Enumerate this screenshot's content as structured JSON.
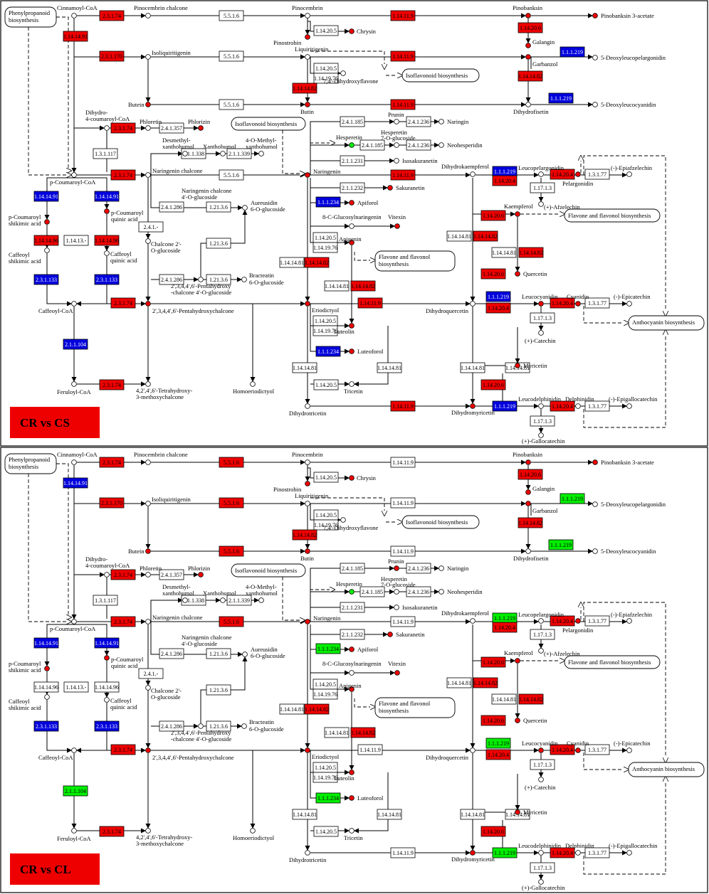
{
  "colors": {
    "up": "#ee0000",
    "down": "#0000dd",
    "mixed": "#00ee00",
    "none": "#ffffff"
  },
  "compounds": [
    {
      "id": "cinnamoyl",
      "label": "Cinnamoyl-CoA"
    },
    {
      "id": "pinocembrin_chalcone",
      "label": "Pinocembrin chalcone"
    },
    {
      "id": "pinocembrin",
      "label": "Pinocembrin"
    },
    {
      "id": "pinobanksin",
      "label": "Pinobanksin"
    },
    {
      "id": "pinobanksin3",
      "label": "Pinobanksin 3-acetate"
    },
    {
      "id": "chrysin",
      "label": "Chrysin"
    },
    {
      "id": "pinostrobin",
      "label": "Pinostrobin"
    },
    {
      "id": "galangin",
      "label": "Galangin"
    },
    {
      "id": "isoliquiritigenin",
      "label": "Isoliquiritigenin"
    },
    {
      "id": "liquiritigenin",
      "label": "Liquiritigenin"
    },
    {
      "id": "deoxyleucopel",
      "label": "5-Deoxyleucopelargonidin"
    },
    {
      "id": "dihydroxyflavone",
      "label": "7,4'-Dihydroxyflavone"
    },
    {
      "id": "garbanzol",
      "label": "Garbanzol"
    },
    {
      "id": "butein",
      "label": "Butein"
    },
    {
      "id": "butin",
      "label": "Butin"
    },
    {
      "id": "dihydrofisetin",
      "label": "Dihydrofisetin"
    },
    {
      "id": "deoxyleucocy",
      "label": "5-Deoxyleucocyanidin"
    },
    {
      "id": "dihydrocoum",
      "label": "Dihydro-"
    },
    {
      "id": "dihydrocoum2",
      "label": "4-coumaroyl-CoA"
    },
    {
      "id": "phloretin",
      "label": "Phloretin"
    },
    {
      "id": "phlorizin",
      "label": "Phlorizin"
    },
    {
      "id": "prunin",
      "label": "Prunin"
    },
    {
      "id": "naringin",
      "label": "Naringin"
    },
    {
      "id": "desmethyl",
      "label": "Desmethyl-"
    },
    {
      "id": "desmethyl2",
      "label": "xanthohumol"
    },
    {
      "id": "xanthohumol",
      "label": "Xanthohumol"
    },
    {
      "id": "omethyl",
      "label": "4-O-Methyl-"
    },
    {
      "id": "omethyl2",
      "label": "xanthohumol"
    },
    {
      "id": "hesperetin",
      "label": "Hesperetin"
    },
    {
      "id": "hesp7g",
      "label": "Hesperetin"
    },
    {
      "id": "hesp7g2",
      "label": "7-O-glucoside"
    },
    {
      "id": "neohesperidin",
      "label": "Neohesperidin"
    },
    {
      "id": "isosakuranetin",
      "label": "Isosakuranetin"
    },
    {
      "id": "pcoumaroyl",
      "label": "p-Coumaroyl-CoA"
    },
    {
      "id": "naringenin_chalcone",
      "label": "Naringenin chalcone"
    },
    {
      "id": "naringenin",
      "label": "Naringenin"
    },
    {
      "id": "sakuranetin",
      "label": "Sakuranetin"
    },
    {
      "id": "dihydrokaempferol",
      "label": "Dihydrokaempferol"
    },
    {
      "id": "leucopel",
      "label": "Leucopelargonidin"
    },
    {
      "id": "pelargonidin",
      "label": "Pelargonidin"
    },
    {
      "id": "epiafzelechin",
      "label": "(-)-Epiafzelechin"
    },
    {
      "id": "afzelechin",
      "label": "(+)-Afzelechin"
    },
    {
      "id": "kaempferol",
      "label": "Kaempferol"
    },
    {
      "id": "ngc4og",
      "label": "Naringenin chalcone"
    },
    {
      "id": "ngc4og2",
      "label": "4'-O-glucoside"
    },
    {
      "id": "aureusidin",
      "label": "Aureusidin"
    },
    {
      "id": "aureusidin2",
      "label": "6-O-glucoside"
    },
    {
      "id": "apiforol",
      "label": "Apiforol"
    },
    {
      "id": "pcs",
      "label": "p-Coumaroyl"
    },
    {
      "id": "pcs2",
      "label": "shikimic acid"
    },
    {
      "id": "pcq",
      "label": "p-Coumaroyl"
    },
    {
      "id": "pcq2",
      "label": "quinic acid"
    },
    {
      "id": "cglucosyl",
      "label": "8-C-Glucosylnaringenin"
    },
    {
      "id": "vitexin",
      "label": "Vitexin"
    },
    {
      "id": "apigenin",
      "label": "Apigenin"
    },
    {
      "id": "chalcone2",
      "label": "Chalcone 2'-"
    },
    {
      "id": "chalcone22",
      "label": "O-glucoside"
    },
    {
      "id": "cs",
      "label": "Caffeoyl"
    },
    {
      "id": "cs2",
      "label": "shikimic acid"
    },
    {
      "id": "cq",
      "label": "Caffeoyl"
    },
    {
      "id": "cq2",
      "label": "quinic acid"
    },
    {
      "id": "quercetin",
      "label": "Quercetin"
    },
    {
      "id": "pentahydroxy",
      "label": "2',3,4,4',6'-Pentahydroxy"
    },
    {
      "id": "pentahydroxy2",
      "label": "-chalcone 4'-O-glucoside"
    },
    {
      "id": "bracteatin",
      "label": "Bracteatin"
    },
    {
      "id": "bracteatin2",
      "label": "6-O-glucoside"
    },
    {
      "id": "caffeoylcoa",
      "label": "Caffeoyl-CoA"
    },
    {
      "id": "pentachal",
      "label": "2',3,4,4',6'-Pentahydroxychalcone"
    },
    {
      "id": "eriodictyol",
      "label": "Eriodictyol"
    },
    {
      "id": "dihydroquercetin",
      "label": "Dihydroquercetin"
    },
    {
      "id": "leucocyanidin",
      "label": "Leucocyanidin"
    },
    {
      "id": "cyanidin",
      "label": "Cyanidin"
    },
    {
      "id": "epicatechin",
      "label": "(-)-Epicatechin"
    },
    {
      "id": "luteolin",
      "label": "Luteolin"
    },
    {
      "id": "catechin",
      "label": "(+)-Catechin"
    },
    {
      "id": "luteoforol",
      "label": "Luteoforol"
    },
    {
      "id": "myricetin",
      "label": "Myricetin"
    },
    {
      "id": "feruloyl",
      "label": "Feruloyl-CoA"
    },
    {
      "id": "tetrahydroxy",
      "label": "4,2',4',6'-Tetrahydroxy-"
    },
    {
      "id": "tetrahydroxy2",
      "label": "3-methoxychalcone"
    },
    {
      "id": "homoeriodictyol",
      "label": "Homoeriodictyol"
    },
    {
      "id": "tricetin",
      "label": "Tricetin"
    },
    {
      "id": "dihydrotricetin",
      "label": "Dihydrotricetin"
    },
    {
      "id": "dihydromyricetin",
      "label": "Dihydromyricetin"
    },
    {
      "id": "leucodelph",
      "label": "Leucodelphinidin"
    },
    {
      "id": "delphinidin",
      "label": "Delphinidin"
    },
    {
      "id": "epigallocatechin",
      "label": "(-)-Epigallocatechin"
    },
    {
      "id": "gallocatechin",
      "label": "(+)-Gallocatechin"
    }
  ],
  "maps": [
    {
      "id": "phenylpropanoid",
      "line1": "Phenylpropanoid",
      "line2": "biosynthesis"
    },
    {
      "id": "isoflavonoid1",
      "line1": "Isoflavonoid biosynthesis",
      "line2": ""
    },
    {
      "id": "isoflavonoid2",
      "line1": "Isoflavonoid biosynthesis",
      "line2": ""
    },
    {
      "id": "flavone1",
      "line1": "Flavone and flavonol biosynthesis",
      "line2": ""
    },
    {
      "id": "flavone2",
      "line1": "Flavone and flavonol",
      "line2": "biosynthesis"
    },
    {
      "id": "anthocyanin",
      "line1": "Anthocyanin biosynthesis",
      "line2": ""
    }
  ],
  "enzymes": [
    {
      "id": "e_2317_top",
      "label": "2.3.1.74"
    },
    {
      "id": "e_5516_a",
      "label": "5.5.1.6"
    },
    {
      "id": "e_114119_a",
      "label": "1.14.11.9"
    },
    {
      "id": "e_1141491",
      "label": "1.14.14.91"
    },
    {
      "id": "e_114205_a",
      "label": "1.14.20.5"
    },
    {
      "id": "e_114206_a",
      "label": "1.14.20.6"
    },
    {
      "id": "e_231170",
      "label": "2.3.1.170"
    },
    {
      "id": "e_5516_b",
      "label": "5.5.1.6"
    },
    {
      "id": "e_114119_b",
      "label": "1.14.11.9"
    },
    {
      "id": "e_111219_a",
      "label": "1.1.1.219"
    },
    {
      "id": "e_114205_b",
      "label": "1.14.20.5"
    },
    {
      "id": "e_1141976_a",
      "label": "1.14.19.76"
    },
    {
      "id": "e_1141482_a",
      "label": "1.14.14.82"
    },
    {
      "id": "e_1141482_b",
      "label": "1.14.14.82"
    },
    {
      "id": "e_5516_c",
      "label": "5.5.1.6"
    },
    {
      "id": "e_114119_c",
      "label": "1.14.11.9"
    },
    {
      "id": "e_111219_b",
      "label": "1.1.1.219"
    },
    {
      "id": "e_2317_dh",
      "label": "2.3.1.74"
    },
    {
      "id": "e_241357",
      "label": "2.4.1.357"
    },
    {
      "id": "e_241185_a",
      "label": "2.4.1.185"
    },
    {
      "id": "e_241236_a",
      "label": "2.4.1.236"
    },
    {
      "id": "e_131117",
      "label": "1.3.1.117"
    },
    {
      "id": "e_211338",
      "label": "2.1.1.338"
    },
    {
      "id": "e_211339",
      "label": "2.1.1.339"
    },
    {
      "id": "e_241185_b",
      "label": "2.4.1.185"
    },
    {
      "id": "e_241236_b",
      "label": "2.4.1.236"
    },
    {
      "id": "e_211231",
      "label": "2.1.1.231"
    },
    {
      "id": "e_2317_nc",
      "label": "2.3.1.74"
    },
    {
      "id": "e_5516_d",
      "label": "5.5.1.6"
    },
    {
      "id": "e_114119_d",
      "label": "1.14.11.9"
    },
    {
      "id": "e_111219_c",
      "label": "1.1.1.219"
    },
    {
      "id": "e_114204_a",
      "label": "1.14.20.4"
    },
    {
      "id": "e_114204_b",
      "label": "1.14.20.4"
    },
    {
      "id": "e_13177_a",
      "label": "1.3.1.77"
    },
    {
      "id": "e_11713_a",
      "label": "1.17.1.3"
    },
    {
      "id": "e_211232",
      "label": "2.1.1.232"
    },
    {
      "id": "e_pc_left",
      "label": "1.14.14.91"
    },
    {
      "id": "e_pc_right",
      "label": "1.14.14.91"
    },
    {
      "id": "e_241286_a",
      "label": "2.4.1.286"
    },
    {
      "id": "e_12136_a",
      "label": "1.21.3.6"
    },
    {
      "id": "e_111234_a",
      "label": "1.1.1.234"
    },
    {
      "id": "e_114206_b",
      "label": "1.14.20.6"
    },
    {
      "id": "e_241_",
      "label": "2.4.1.-"
    },
    {
      "id": "e_1141496_l",
      "label": "1.14.14.96"
    },
    {
      "id": "e_11413_",
      "label": "1.14.13.-"
    },
    {
      "id": "e_1141496_r",
      "label": "1.14.14.96"
    },
    {
      "id": "e_114205_c",
      "label": "1.14.20.5"
    },
    {
      "id": "e_1141976_b",
      "label": "1.14.19.76"
    },
    {
      "id": "e_1141481_a",
      "label": "1.14.14.81"
    },
    {
      "id": "e_1141482_c",
      "label": "1.14.14.82"
    },
    {
      "id": "e_1141481_b",
      "label": "1.14.14.81"
    },
    {
      "id": "e_1141482_d",
      "label": "1.14.14.82"
    },
    {
      "id": "e_1141481_c",
      "label": "1.14.14.81"
    },
    {
      "id": "e_1141482_e",
      "label": "1.14.14.82"
    },
    {
      "id": "e_12136_b",
      "label": "1.21.3.6"
    },
    {
      "id": "e_cs_left",
      "label": "2.3.1.133"
    },
    {
      "id": "e_cs_right",
      "label": "2.3.1.133"
    },
    {
      "id": "e_241286_b",
      "label": "2.4.1.286"
    },
    {
      "id": "e_12136_c",
      "label": "1.21.3.6"
    },
    {
      "id": "e_114206_c",
      "label": "1.14.20.6"
    },
    {
      "id": "e_1141481_d",
      "label": "1.14.14.81"
    },
    {
      "id": "e_1141482_f",
      "label": "1.14.14.82"
    },
    {
      "id": "e_2317_cc",
      "label": "2.3.1.74"
    },
    {
      "id": "e_114119_e",
      "label": "1.14.11.9"
    },
    {
      "id": "e_111219_d",
      "label": "1.1.1.219"
    },
    {
      "id": "e_114204_c",
      "label": "1.14.20.4"
    },
    {
      "id": "e_114204_d",
      "label": "1.14.20.4"
    },
    {
      "id": "e_13177_b",
      "label": "1.3.1.77"
    },
    {
      "id": "e_114205_d",
      "label": "1.14.20.5"
    },
    {
      "id": "e_1141976_c",
      "label": "1.14.19.76"
    },
    {
      "id": "e_11713_b",
      "label": "1.17.1.3"
    },
    {
      "id": "e_211104",
      "label": "2.1.1.104"
    },
    {
      "id": "e_111234_b",
      "label": "1.1.1.234"
    },
    {
      "id": "e_1141481_e",
      "label": "1.14.14.81"
    },
    {
      "id": "e_1141481_f",
      "label": "1.14.14.81"
    },
    {
      "id": "e_1141481_g",
      "label": "1.14.14.81"
    },
    {
      "id": "e_1141481_h",
      "label": "1.14.14.81"
    },
    {
      "id": "e_114206_d",
      "label": "1.14.20.6"
    },
    {
      "id": "e_2317_fer",
      "label": "2.3.1.74"
    },
    {
      "id": "e_114205_e",
      "label": "1.14.20.5"
    },
    {
      "id": "e_114119_f",
      "label": "1.14.11.9"
    },
    {
      "id": "e_111219_e",
      "label": "1.1.1.219"
    },
    {
      "id": "e_114204_e",
      "label": "1.14.20.4"
    },
    {
      "id": "e_13177_c",
      "label": "1.3.1.77"
    },
    {
      "id": "e_11713_c",
      "label": "1.17.1.3"
    }
  ],
  "panels": [
    {
      "title": "CR vs CS",
      "status": {
        "e_2317_top": "up",
        "e_5516_a": "none",
        "e_114119_a": "up",
        "e_1141491": "up",
        "e_114205_a": "none",
        "e_114206_a": "up",
        "e_231170": "up",
        "e_5516_b": "none",
        "e_114119_b": "up",
        "e_111219_a": "down",
        "e_114205_b": "none",
        "e_1141976_a": "none",
        "e_1141482_a": "up",
        "e_1141482_b": "up",
        "e_5516_c": "none",
        "e_114119_c": "up",
        "e_111219_b": "down",
        "e_2317_dh": "up",
        "e_241357": "none",
        "e_241185_a": "none",
        "e_241236_a": "none",
        "e_131117": "none",
        "e_211338": "none",
        "e_211339": "none",
        "e_241185_b": "none",
        "e_241236_b": "none",
        "e_211231": "none",
        "e_2317_nc": "up",
        "e_5516_d": "none",
        "e_114119_d": "up",
        "e_111219_c": "down",
        "e_114204_a": "up",
        "e_114204_b": "up",
        "e_13177_a": "none",
        "e_11713_a": "none",
        "e_211232": "none",
        "e_pc_left": "down",
        "e_pc_right": "down",
        "e_241286_a": "none",
        "e_12136_a": "none",
        "e_111234_a": "down",
        "e_114206_b": "up",
        "e_241_": "none",
        "e_1141496_l": "up",
        "e_11413_": "none",
        "e_1141496_r": "up",
        "e_114205_c": "none",
        "e_1141976_b": "none",
        "e_1141481_a": "none",
        "e_1141482_c": "up",
        "e_1141481_b": "none",
        "e_1141482_d": "up",
        "e_1141481_c": "none",
        "e_1141482_e": "up",
        "e_12136_b": "none",
        "e_cs_left": "down",
        "e_cs_right": "down",
        "e_241286_b": "none",
        "e_12136_c": "none",
        "e_114206_c": "up",
        "e_1141481_d": "none",
        "e_1141482_f": "up",
        "e_2317_cc": "up",
        "e_114119_e": "up",
        "e_111219_d": "down",
        "e_114204_c": "up",
        "e_114204_d": "up",
        "e_13177_b": "none",
        "e_114205_d": "none",
        "e_1141976_c": "none",
        "e_11713_b": "none",
        "e_211104": "down",
        "e_111234_b": "down",
        "e_1141481_e": "none",
        "e_1141481_f": "none",
        "e_1141481_g": "none",
        "e_1141481_h": "none",
        "e_114206_d": "up",
        "e_2317_fer": "up",
        "e_114205_e": "none",
        "e_114119_f": "up",
        "e_111219_e": "down",
        "e_114204_e": "up",
        "e_13177_c": "none",
        "e_11713_c": "none"
      },
      "up_compounds": [
        "pinostrobin",
        "chrysin",
        "pinobanksin",
        "pinobanksin3",
        "galangin",
        "garbanzol",
        "butein",
        "phlorizin",
        "naringenin",
        "sakuranetin",
        "apiforol",
        "pcs",
        "pcq",
        "vitexin",
        "apigenin",
        "quercetin",
        "pentachal",
        "eriodictyol",
        "luteolin",
        "luteoforol",
        "myricetin",
        "dihydromyricetin",
        "leucocyanidin",
        "cyanidin",
        "pelargonidin",
        "kaempferol",
        "butin"
      ],
      "green_compounds": [
        "hesperetin"
      ]
    },
    {
      "title": "CR vs CL",
      "status": {
        "e_2317_top": "up",
        "e_5516_a": "up",
        "e_114119_a": "none",
        "e_1141491": "down",
        "e_114205_a": "none",
        "e_114206_a": "up",
        "e_231170": "up",
        "e_5516_b": "up",
        "e_114119_b": "none",
        "e_111219_a": "mixed",
        "e_114205_b": "none",
        "e_1141976_a": "none",
        "e_1141482_a": "up",
        "e_1141482_b": "up",
        "e_5516_c": "up",
        "e_114119_c": "none",
        "e_111219_b": "mixed",
        "e_2317_dh": "up",
        "e_241357": "none",
        "e_241185_a": "none",
        "e_241236_a": "none",
        "e_131117": "none",
        "e_211338": "none",
        "e_211339": "none",
        "e_241185_b": "none",
        "e_241236_b": "none",
        "e_211231": "none",
        "e_2317_nc": "up",
        "e_5516_d": "up",
        "e_114119_d": "none",
        "e_111219_c": "mixed",
        "e_114204_a": "up",
        "e_114204_b": "up",
        "e_13177_a": "none",
        "e_11713_a": "none",
        "e_211232": "none",
        "e_pc_left": "down",
        "e_pc_right": "down",
        "e_241286_a": "none",
        "e_12136_a": "none",
        "e_111234_a": "mixed",
        "e_114206_b": "up",
        "e_241_": "none",
        "e_1141496_l": "none",
        "e_11413_": "none",
        "e_1141496_r": "none",
        "e_114205_c": "none",
        "e_1141976_b": "none",
        "e_1141481_a": "none",
        "e_1141482_c": "up",
        "e_1141481_b": "none",
        "e_1141482_d": "up",
        "e_1141481_c": "none",
        "e_1141482_e": "up",
        "e_12136_b": "none",
        "e_cs_left": "down",
        "e_cs_right": "down",
        "e_241286_b": "none",
        "e_12136_c": "none",
        "e_114206_c": "up",
        "e_1141481_d": "none",
        "e_1141482_f": "up",
        "e_2317_cc": "up",
        "e_114119_e": "none",
        "e_111219_d": "mixed",
        "e_114204_c": "up",
        "e_114204_d": "up",
        "e_13177_b": "none",
        "e_114205_d": "none",
        "e_1141976_c": "none",
        "e_11713_b": "none",
        "e_211104": "mixed",
        "e_111234_b": "mixed",
        "e_1141481_e": "none",
        "e_1141481_f": "none",
        "e_1141481_g": "none",
        "e_1141481_h": "none",
        "e_114206_d": "up",
        "e_2317_fer": "up",
        "e_114205_e": "none",
        "e_114119_f": "none",
        "e_111219_e": "mixed",
        "e_114204_e": "up",
        "e_13177_c": "none",
        "e_11713_c": "none"
      },
      "up_compounds": [
        "pinostrobin",
        "chrysin",
        "pinobanksin",
        "pinobanksin3",
        "galangin",
        "garbanzol",
        "butein",
        "phlorizin",
        "naringenin",
        "sakuranetin",
        "apiforol",
        "pcs",
        "pcq",
        "vitexin",
        "apigenin",
        "quercetin",
        "pentachal",
        "eriodictyol",
        "luteolin",
        "luteoforol",
        "myricetin",
        "dihydromyricetin",
        "leucocyanidin",
        "cyanidin",
        "pelargonidin",
        "kaempferol",
        "prunin",
        "butin"
      ],
      "green_compounds": [
        "hesperetin"
      ]
    }
  ]
}
